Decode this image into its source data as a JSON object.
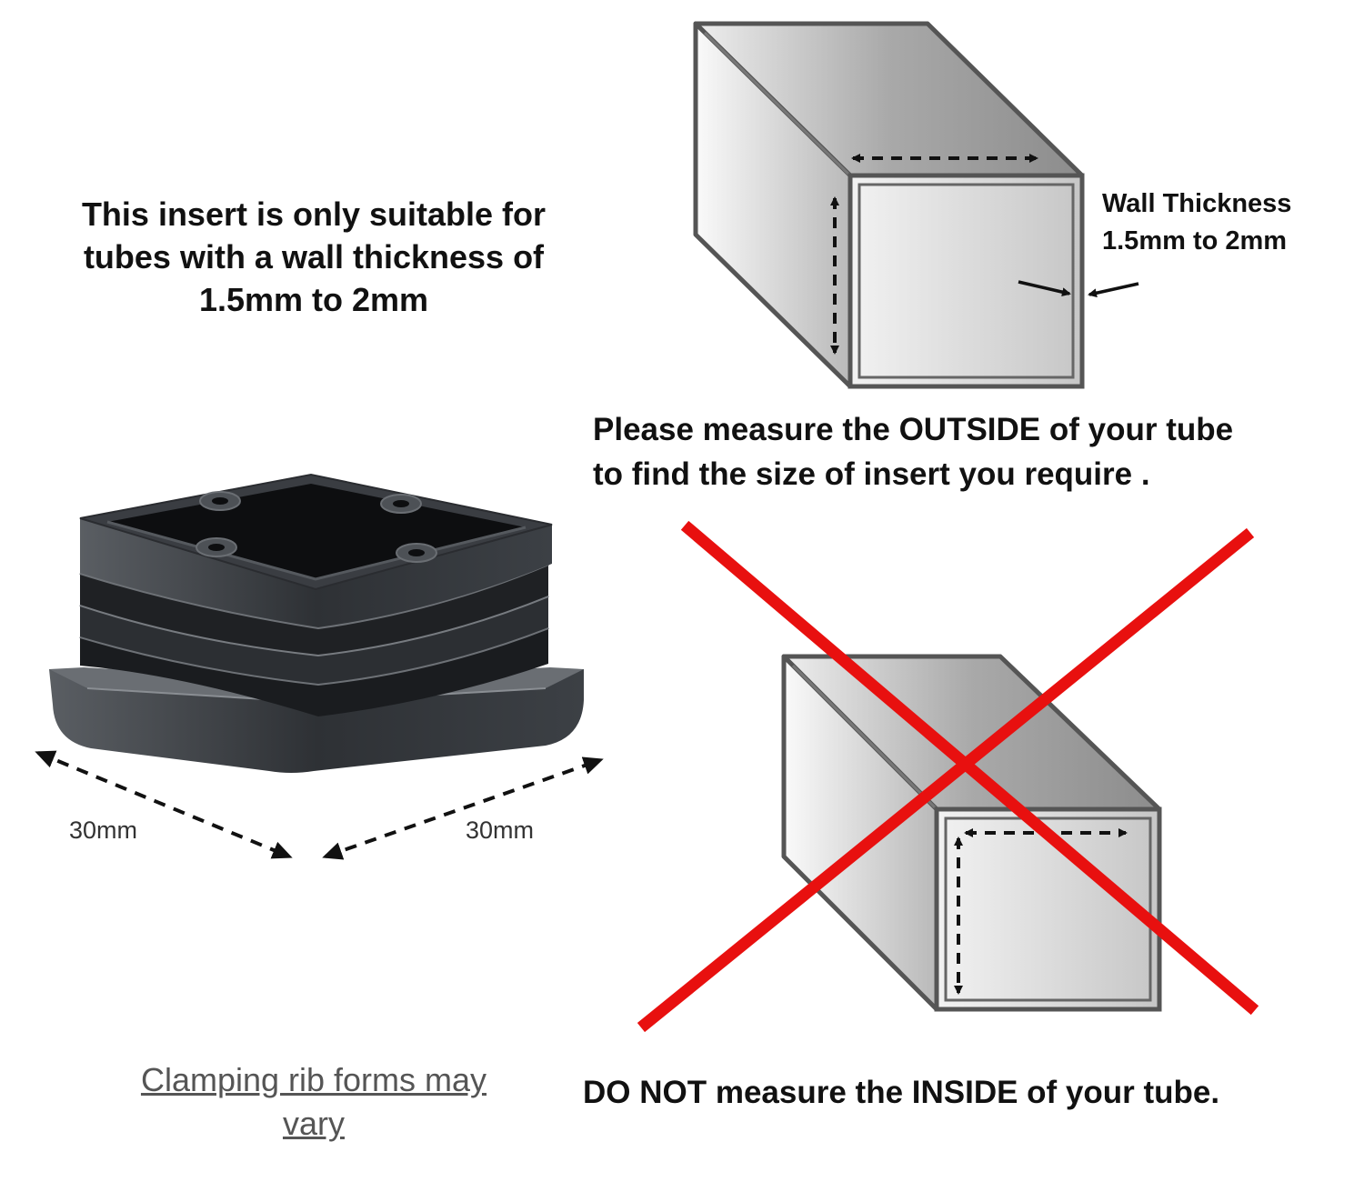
{
  "notice": {
    "lines": [
      "This insert is only suitable for",
      "tubes with a wall thickness of",
      "1.5mm to 2mm"
    ]
  },
  "wall_thickness": {
    "lines": [
      "Wall Thickness",
      "1.5mm to 2mm"
    ]
  },
  "measure_instruction": {
    "lines": [
      "Please measure the OUTSIDE of your tube",
      "to find the size of insert you require ."
    ]
  },
  "dimensions": {
    "left": "30mm",
    "right": "30mm"
  },
  "rib_note": "Clamping rib forms may vary",
  "donot_instruction": "DO NOT measure the INSIDE of your tube.",
  "colors": {
    "cross": "#e8100f",
    "tube_outline": "#555555",
    "insert_body": "#2b2e32",
    "text": "#111111"
  },
  "icons": {
    "correct_tube": "square-tube-outside-measure-icon",
    "wrong_tube": "square-tube-inside-measure-icon",
    "product": "square-tube-insert-product-image",
    "cross": "red-x-cross-icon"
  }
}
